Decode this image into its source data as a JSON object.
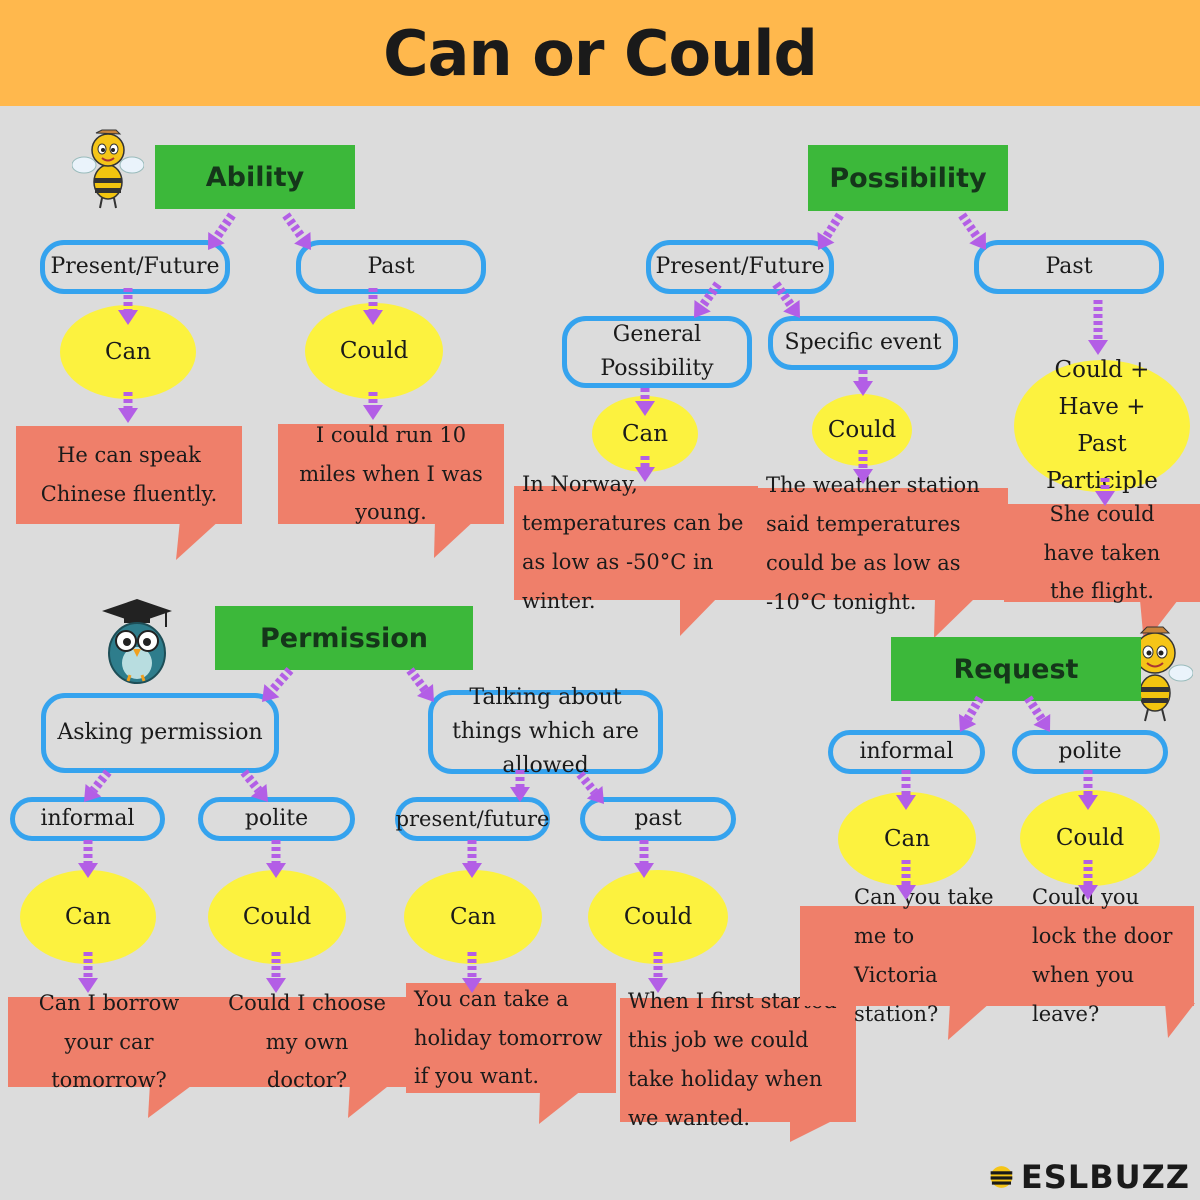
{
  "title": "Can or Could",
  "brand": "ESLBUZZ",
  "colors": {
    "header": "#ffb84d",
    "green": "#3cb83a",
    "blue": "#35a3ee",
    "yellow": "#fcf23f",
    "coral": "#ef7f6a",
    "arrow": "#b35ee6",
    "background": "#dcdcdc"
  },
  "icons": [
    "bee-mascot-icon",
    "owl-graduate-icon",
    "bee-mascot-icon",
    "eslbuzz-bee-logo-icon"
  ],
  "ability": {
    "heading": "Ability",
    "present": {
      "label": "Present/Future",
      "modal": "Can",
      "example": "He can speak Chinese fluently."
    },
    "past": {
      "label": "Past",
      "modal": "Could",
      "example": "I could run 10 miles when I was young."
    }
  },
  "possibility": {
    "heading": "Possibility",
    "present": "Present/Future",
    "general": {
      "label": "General Possibility",
      "modal": "Can",
      "example": "In Norway, temperatures can be as low as -50°C in winter."
    },
    "specific": {
      "label": "Specific event",
      "modal": "Could",
      "example": "The weather station said temperatures could be as low as -10°C tonight."
    },
    "past": {
      "label": "Past",
      "modal": "Could + Have + Past Participle",
      "example": "She could have taken the flight."
    }
  },
  "permission": {
    "heading": "Permission",
    "asking": {
      "label": "Asking permission",
      "informal": {
        "label": "informal",
        "modal": "Can",
        "example": "Can I borrow your car tomorrow?"
      },
      "polite": {
        "label": "polite",
        "modal": "Could",
        "example": "Could I choose my own doctor?"
      }
    },
    "allowed": {
      "label": "Talking about things which are allowed",
      "present": {
        "label": "present/future",
        "modal": "Can",
        "example": "You can take a holiday tomorrow if you want."
      },
      "past": {
        "label": "past",
        "modal": "Could",
        "example": "When I first started this job we could take holiday when we wanted."
      }
    }
  },
  "request": {
    "heading": "Request",
    "informal": {
      "label": "informal",
      "modal": "Can",
      "example": "Can you take me to Victoria station?"
    },
    "polite": {
      "label": "polite",
      "modal": "Could",
      "example": "Could you lock the door when you leave?"
    }
  }
}
